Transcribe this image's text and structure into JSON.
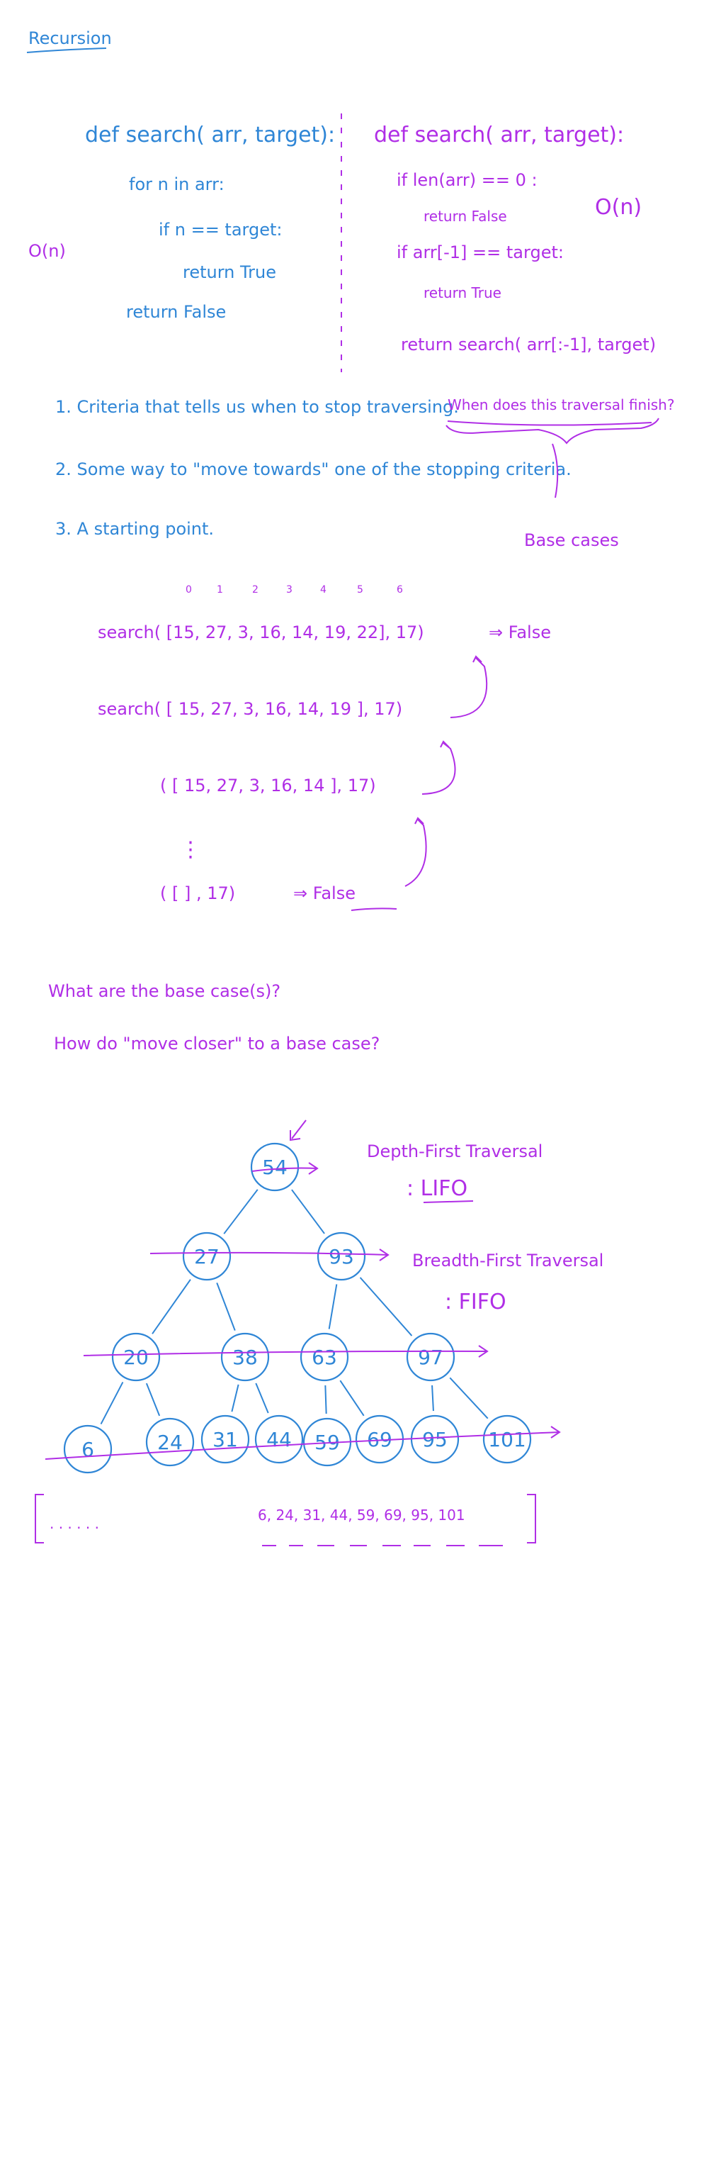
{
  "title": "Recursion",
  "colors": {
    "blue": "#2f86d6",
    "magenta": "#b02ee6"
  },
  "iterative_code": {
    "line1": "def search( arr, target):",
    "line2": "for n in arr:",
    "line3": "if n == target:",
    "line4": "return True",
    "line5": "return False",
    "complexity": "O(n)"
  },
  "recursive_code": {
    "line1": "def search( arr, target):",
    "line2": "if len(arr) == 0 :",
    "line3": "return False",
    "line4": "if arr[-1] == target:",
    "line5": "return True",
    "line6": "return search( arr[:-1], target)",
    "complexity": "O(n)"
  },
  "criteria": {
    "item1": "1. Criteria that tells us when to stop traversing.",
    "item1_question": "When does this traversal finish?",
    "item2": "2. Some way to \"move towards\" one of the stopping criteria.",
    "item3": "3. A starting point.",
    "base_cases": "Base cases"
  },
  "trace": {
    "indices": [
      "0",
      "1",
      "2",
      "3",
      "4",
      "5",
      "6"
    ],
    "call1": "search( [15, 27, 3, 16, 14, 19, 22], 17)",
    "result1": "⇒ False",
    "call2": "search( [ 15, 27, 3, 16, 14, 19 ], 17)",
    "call3": "( [ 15, 27, 3, 16, 14 ], 17)",
    "ellipsis": "⋮",
    "call4": "( [ ] , 17)",
    "result4": "⇒ False"
  },
  "questions": {
    "q1": "What are the base case(s)?",
    "q2": "How do \"move closer\" to a base case?"
  },
  "tree": {
    "depth_label": "Depth-First Traversal",
    "depth_sub": ": LIFO",
    "breadth_label": "Breadth-First Traversal",
    "breadth_sub": ": FIFO",
    "nodes": [
      "54",
      "27",
      "93",
      "20",
      "38",
      "63",
      "97",
      "6",
      "24",
      "31",
      "44",
      "59",
      "69",
      "95",
      "101"
    ]
  },
  "queue": {
    "content": "6, 24, 31, 44, 59, 69, 95, 101",
    "placeholder_dots": ".     .     .     .     .     ."
  }
}
